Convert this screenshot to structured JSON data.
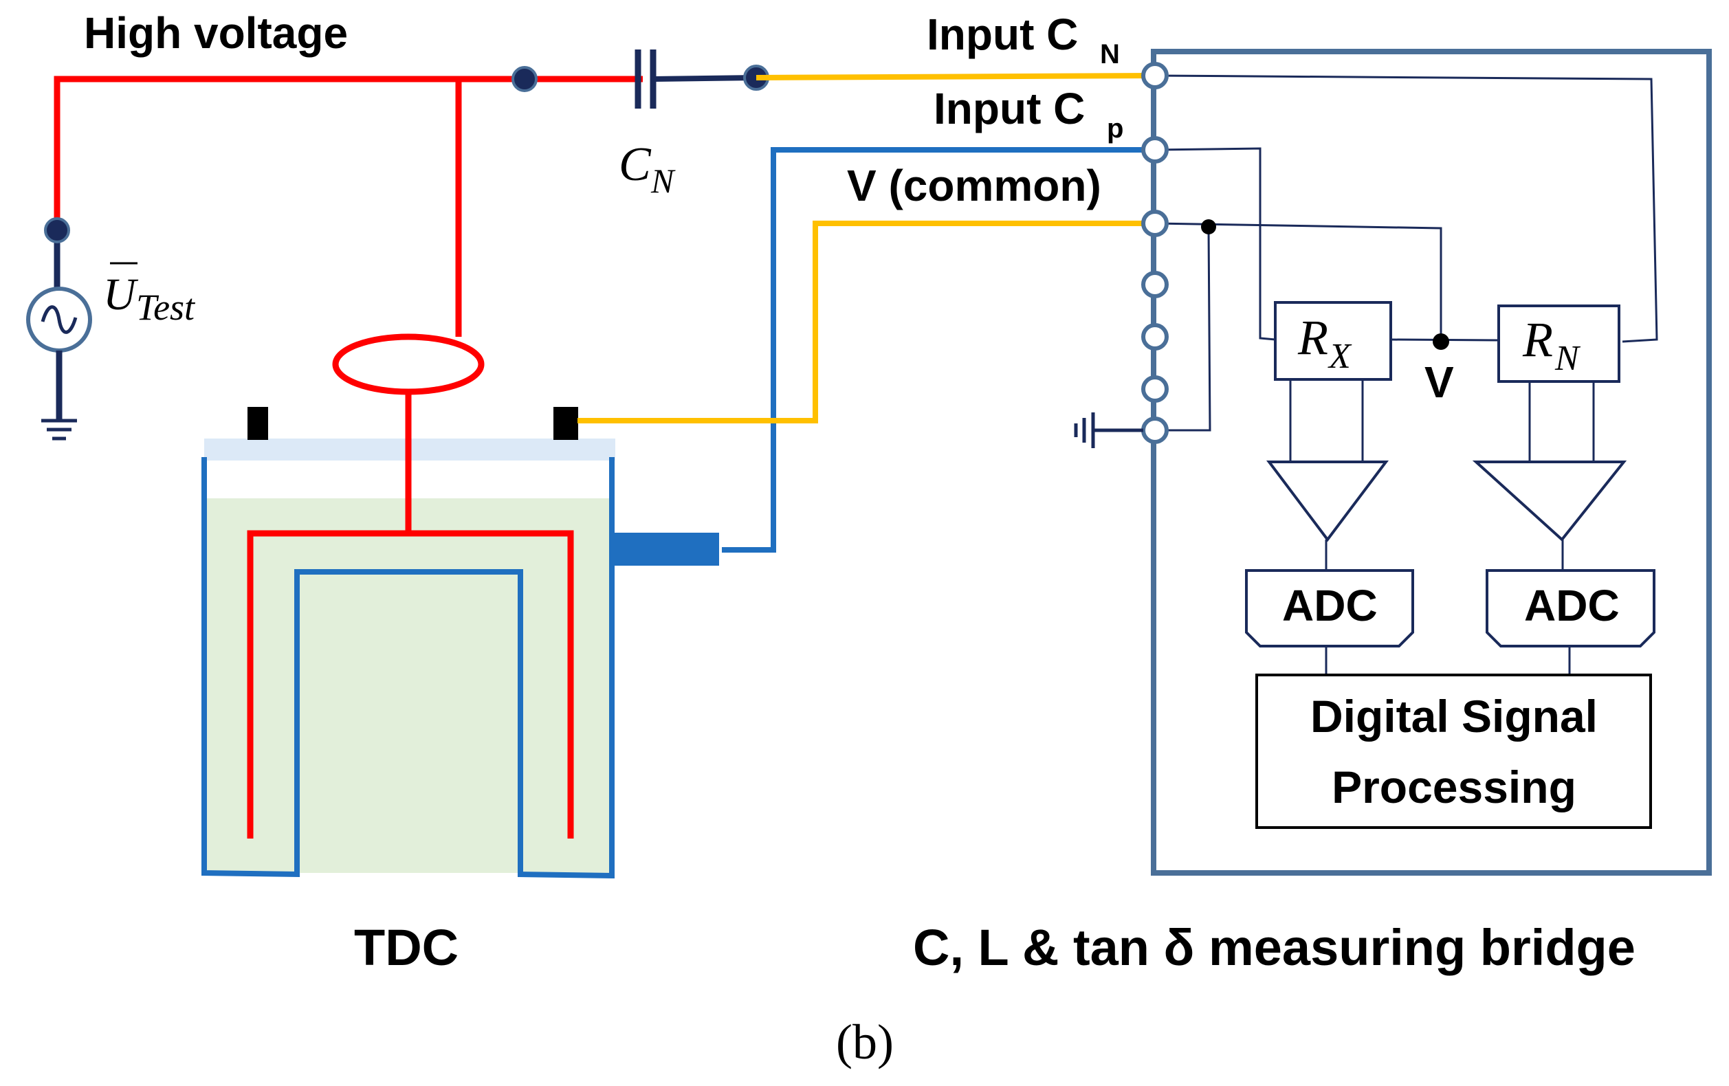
{
  "labels": {
    "high_voltage": "High voltage",
    "input_cn": "Input C",
    "input_cn_sub": "N",
    "input_cp": "Input C",
    "input_cp_sub": "p",
    "v_common": "V (common)",
    "cn_main": "C",
    "cn_sub": "N",
    "utest_main": "U",
    "utest_sub": "Test",
    "rx_main": "R",
    "rx_sub": "X",
    "rn_main": "R",
    "rn_sub": "N",
    "v_node": "V",
    "adc_left": "ADC",
    "adc_right": "ADC",
    "dsp_line1": "Digital Signal",
    "dsp_line2": "Processing",
    "tdc": "TDC",
    "bridge": "C, L & tan δ measuring bridge",
    "figure_caption": "(b)"
  },
  "colors": {
    "high_voltage_wire": "#ff0000",
    "signal_wire": "#ffc000",
    "cp_wire": "#1f6fc0",
    "bridge_frame": "#4a6f98",
    "dark_wire": "#1a2a5a",
    "tank_fill": "#e2efda",
    "lid_fill": "#dce9f7"
  }
}
